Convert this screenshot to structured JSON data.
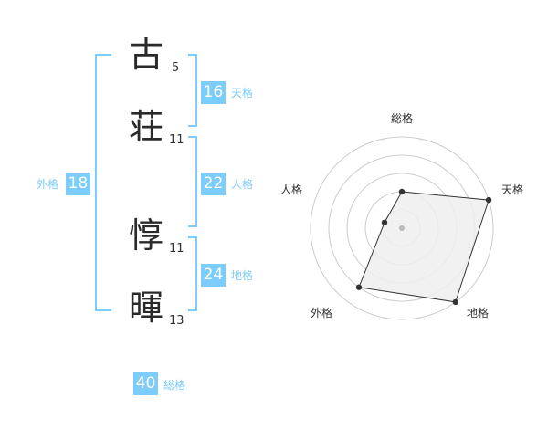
{
  "name": {
    "chars": [
      {
        "char": "古",
        "strokes": "5"
      },
      {
        "char": "荘",
        "strokes": "11"
      },
      {
        "char": "惇",
        "strokes": "11"
      },
      {
        "char": "暉",
        "strokes": "13"
      }
    ]
  },
  "fortunes": {
    "tenkaku": {
      "value": "16",
      "label": "天格"
    },
    "jinkaku": {
      "value": "22",
      "label": "人格"
    },
    "chikaku": {
      "value": "24",
      "label": "地格"
    },
    "gaikaku": {
      "value": "18",
      "label": "外格"
    },
    "soukaku": {
      "value": "40",
      "label": "総格"
    }
  },
  "colors": {
    "accent": "#7ccdfb",
    "text": "#2a2a2a",
    "radar_fill": "#efefef",
    "radar_grid": "#cccccc",
    "radar_point": "#333333"
  },
  "chart_data": {
    "type": "radar",
    "axes": [
      "総格",
      "天格",
      "地格",
      "外格",
      "人格"
    ],
    "levels": 5,
    "values": [
      2,
      5,
      5,
      4,
      1
    ],
    "center_dot": true
  }
}
